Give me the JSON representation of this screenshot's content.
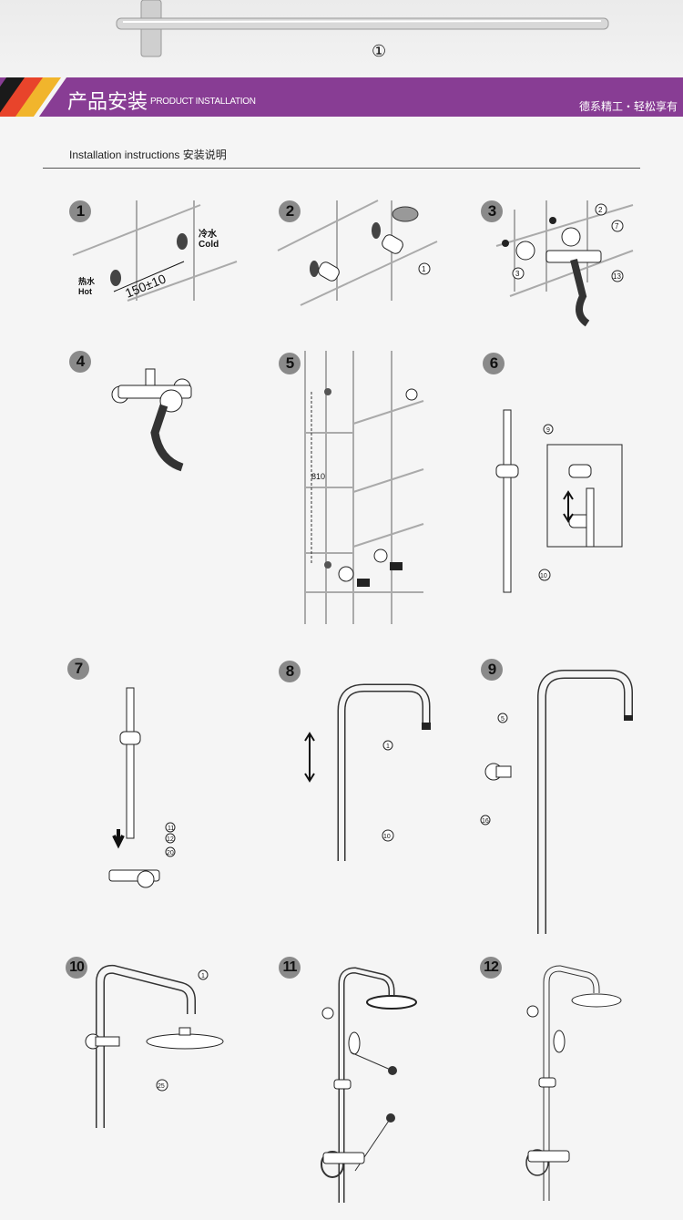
{
  "photo": {
    "part_label": "①"
  },
  "banner": {
    "title_cn": "产品安装",
    "title_en": "PRODUCT INSTALLATION",
    "slogan": "德系精工・轻松享有",
    "accent": "#883d94"
  },
  "section": {
    "heading": "Installation instructions  安装说明"
  },
  "steps": [
    {
      "number": "1",
      "cold_cn": "冷水",
      "cold_en": "Cold",
      "hot_cn": "热水",
      "hot_en": "Hot",
      "distance": "150±10"
    },
    {
      "number": "2",
      "callouts": [
        "1"
      ]
    },
    {
      "number": "3",
      "callouts": [
        "2",
        "7",
        "3",
        "13"
      ]
    },
    {
      "number": "4"
    },
    {
      "number": "5",
      "distance": "810"
    },
    {
      "number": "6",
      "callouts": [
        "9",
        "10"
      ]
    },
    {
      "number": "7",
      "callouts": [
        "11",
        "12",
        "20"
      ]
    },
    {
      "number": "8",
      "callouts": [
        "1",
        "10"
      ]
    },
    {
      "number": "9",
      "callouts": [
        "5",
        "16"
      ]
    },
    {
      "number": "10",
      "callouts": [
        "1",
        "25"
      ]
    },
    {
      "number": "11"
    },
    {
      "number": "12"
    }
  ]
}
